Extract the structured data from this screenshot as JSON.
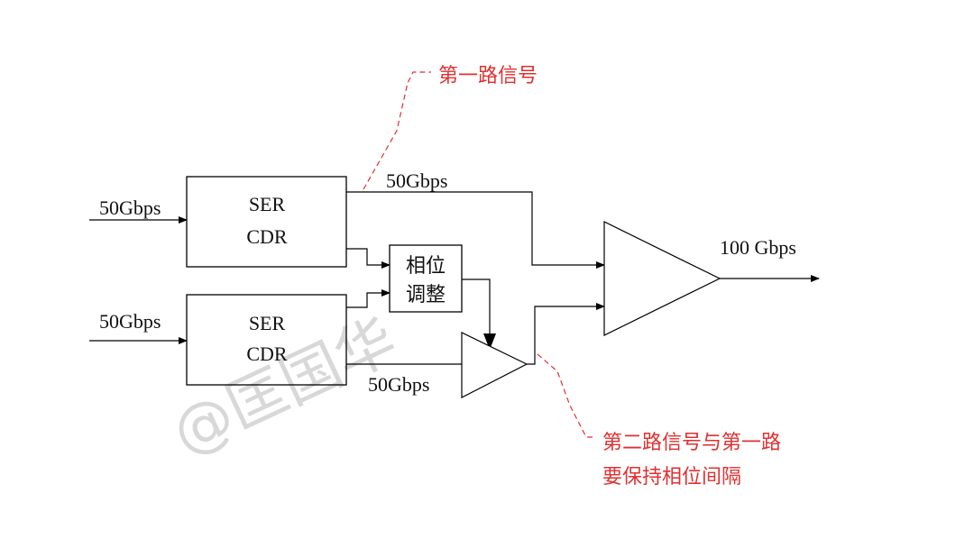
{
  "diagram": {
    "blocks": {
      "ser1_line1": "SER",
      "ser1_line2": "CDR",
      "ser2_line1": "SER",
      "ser2_line2": "CDR",
      "phase_line1": "相位",
      "phase_line2": "调整"
    },
    "labels": {
      "input1": "50Gbps",
      "input2": "50Gbps",
      "path1_rate": "50Gbps",
      "path2_rate": "50Gbps",
      "output": "100 Gbps"
    },
    "annotations": {
      "first_path": "第一路信号",
      "second_path_line1": "第二路信号与第一路",
      "second_path_line2": "要保持相位间隔"
    },
    "watermark": "@匡国华"
  },
  "colors": {
    "line": "#000000",
    "annotation": "#e03030",
    "watermark": "#d8d8d8"
  }
}
